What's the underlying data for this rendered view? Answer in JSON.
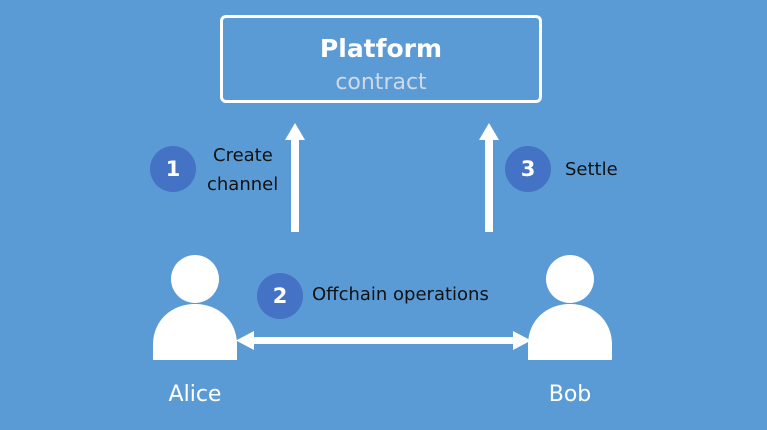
{
  "platform": {
    "title": "Platform",
    "subtitle": "contract"
  },
  "steps": [
    {
      "number": "1",
      "label_line1": "Create",
      "label_line2": "channel"
    },
    {
      "number": "2",
      "label": "Offchain operations"
    },
    {
      "number": "3",
      "label": "Settle"
    }
  ],
  "people": {
    "alice": "Alice",
    "bob": "Bob"
  },
  "colors": {
    "background": "#5b9bd5",
    "step_circle": "#4472c4",
    "foreground": "#ffffff"
  }
}
